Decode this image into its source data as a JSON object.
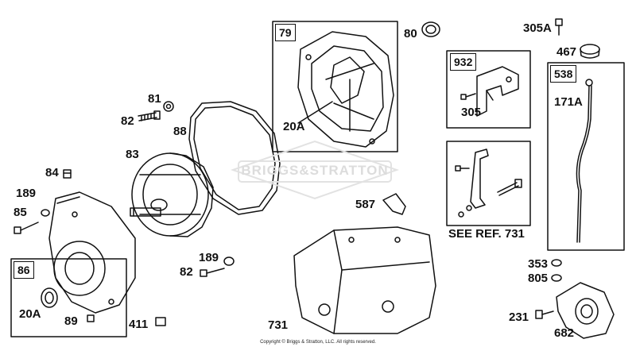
{
  "diagram": {
    "labels": {
      "l79": "79",
      "l80": "80",
      "l305A": "305A",
      "l467": "467",
      "l932": "932",
      "l305": "305",
      "l538": "538",
      "l171A": "171A",
      "l81": "81",
      "l82a": "82",
      "l88": "88",
      "l83": "83",
      "l20Atop": "20A",
      "l84": "84",
      "l189a": "189",
      "l85": "85",
      "l587": "587",
      "l189b": "189",
      "l82b": "82",
      "l86": "86",
      "l20Abot": "20A",
      "l89": "89",
      "l411": "411",
      "l731": "731",
      "l353": "353",
      "l805": "805",
      "l231": "231",
      "l682": "682"
    },
    "see_ref": "SEE REF. 731",
    "watermark": "BRIGGS&STRATTON",
    "copyright": "Copyright © Briggs & Stratton, LLC. All rights reserved."
  }
}
